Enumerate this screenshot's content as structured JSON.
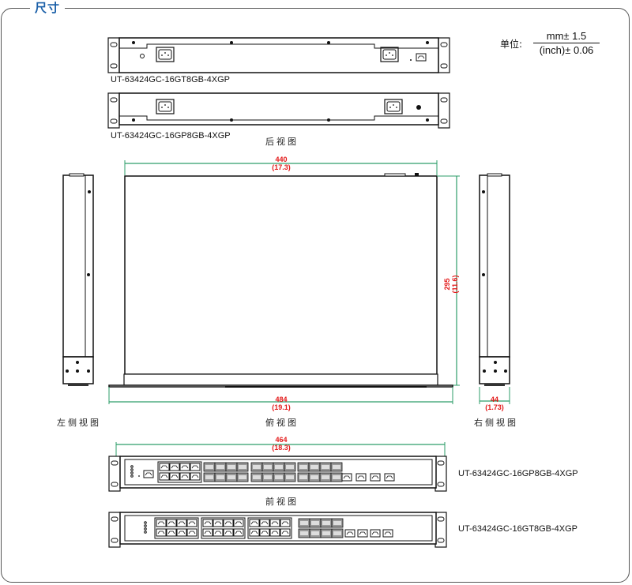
{
  "section": {
    "title": "尺寸",
    "title_color": "#1a5fa8"
  },
  "units": {
    "label": "单位:",
    "numerator": "mm± 1.5",
    "denominator": "(inch)± 0.06"
  },
  "rear_views": {
    "caption": "后视图",
    "models": [
      "UT-63424GC-16GT8GB-4XGP",
      "UT-63424GC-16GP8GB-4XGP"
    ]
  },
  "top_view": {
    "caption": "俯视图",
    "width_mm": "440",
    "width_in": "(17.3)",
    "depth_mm": "295",
    "depth_in": "(11.6)",
    "overall_mm": "484",
    "overall_in": "(19.1)"
  },
  "left_view": {
    "caption": "左侧视图"
  },
  "right_view": {
    "caption": "右侧视图",
    "height_mm": "44",
    "height_in": "(1.73)"
  },
  "front_views": {
    "caption": "前视图",
    "width_mm": "464",
    "width_in": "(18.3)",
    "models": [
      "UT-63424GC-16GP8GB-4XGP",
      "UT-63424GC-16GT8GB-4XGP"
    ]
  },
  "colors": {
    "dimension_line": "#2e9e6a",
    "dimension_text": "#e31b1b",
    "outline": "#111111"
  }
}
